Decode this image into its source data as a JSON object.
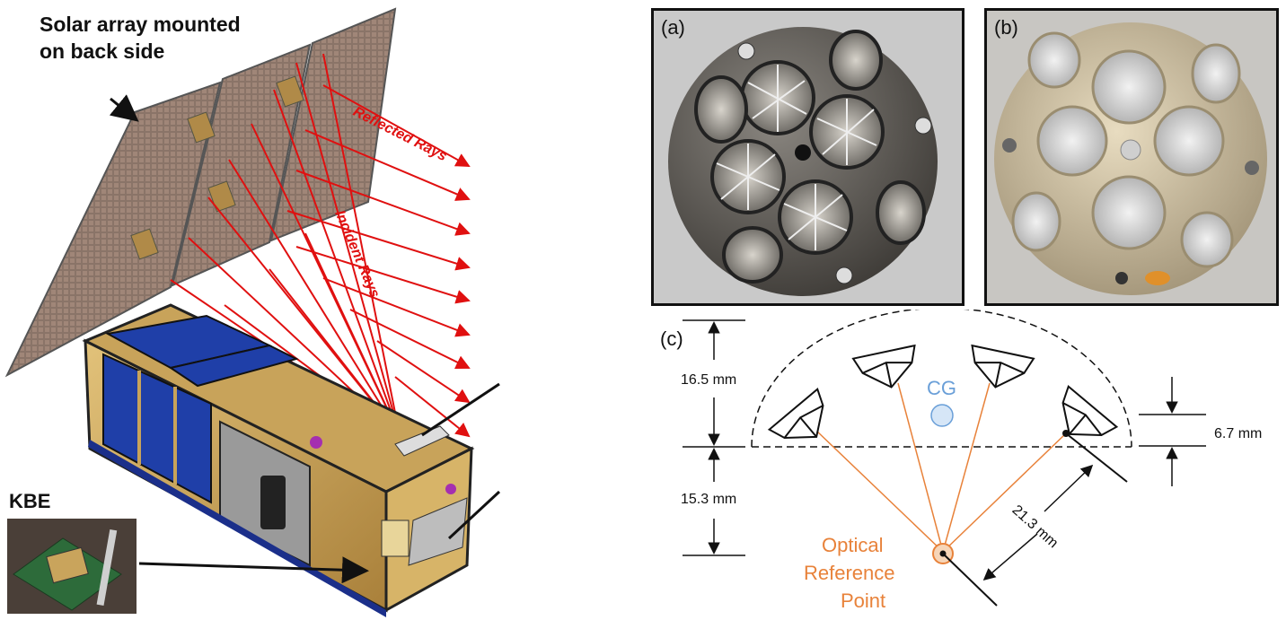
{
  "left_figure": {
    "solar_label_line1": "Solar array mounted",
    "solar_label_line2": "on back side",
    "reflected_rays": "Reflected Rays",
    "incident_rays": "Incident Rays",
    "kbe_label": "KBE"
  },
  "panel_a": {
    "tag": "(a)"
  },
  "panel_b": {
    "tag": "(b)"
  },
  "panel_c": {
    "tag": "(c)",
    "dim_top": "16.5 mm",
    "dim_bottom": "15.3 mm",
    "dim_right": "6.7 mm",
    "dim_diag": "21.3 mm",
    "cg_label": "CG",
    "ref_line1": "Optical",
    "ref_line2": "Reference",
    "ref_line3": "Point"
  },
  "colors": {
    "ray_red": "#e01010",
    "orange": "#e8823a",
    "cg_blue": "#6a9fd8",
    "gold": "#c9a45c",
    "panel_blue": "#1f3fa8"
  }
}
